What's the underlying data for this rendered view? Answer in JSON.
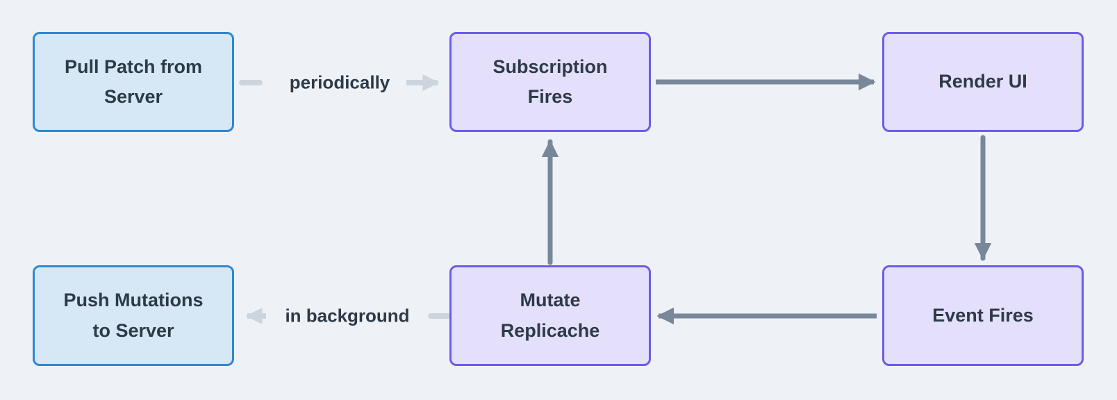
{
  "app": {
    "background_color": "#eef1f6",
    "text_color": "#2d3a47"
  },
  "diagram": {
    "type": "flowchart",
    "nodes": [
      {
        "id": "pull-patch",
        "label": "Pull Patch from Server",
        "fill": "#d6e7f6",
        "border": "#2f87d0"
      },
      {
        "id": "subscription-fires",
        "label": "Subscription Fires",
        "fill": "#e4dffb",
        "border": "#6c5ce7"
      },
      {
        "id": "render-ui",
        "label": "Render UI",
        "fill": "#e4dffb",
        "border": "#6c5ce7"
      },
      {
        "id": "push-mutations",
        "label": "Push Mutations to Server",
        "fill": "#d6e7f6",
        "border": "#2f87d0"
      },
      {
        "id": "mutate-replicache",
        "label": "Mutate Replicache",
        "fill": "#e4dffb",
        "border": "#6c5ce7"
      },
      {
        "id": "event-fires",
        "label": "Event Fires",
        "fill": "#e4dffb",
        "border": "#6c5ce7"
      }
    ],
    "edges": [
      {
        "from": "pull-patch",
        "to": "subscription-fires",
        "label": "periodically",
        "color": "#ccd5dd",
        "style": "light"
      },
      {
        "from": "subscription-fires",
        "to": "render-ui",
        "label": "",
        "color": "#78879a",
        "style": "dark"
      },
      {
        "from": "render-ui",
        "to": "event-fires",
        "label": "",
        "color": "#78879a",
        "style": "dark"
      },
      {
        "from": "event-fires",
        "to": "mutate-replicache",
        "label": "",
        "color": "#78879a",
        "style": "dark"
      },
      {
        "from": "mutate-replicache",
        "to": "subscription-fires",
        "label": "",
        "color": "#78879a",
        "style": "dark"
      },
      {
        "from": "mutate-replicache",
        "to": "push-mutations",
        "label": "in background",
        "color": "#ccd5dd",
        "style": "light"
      }
    ]
  }
}
